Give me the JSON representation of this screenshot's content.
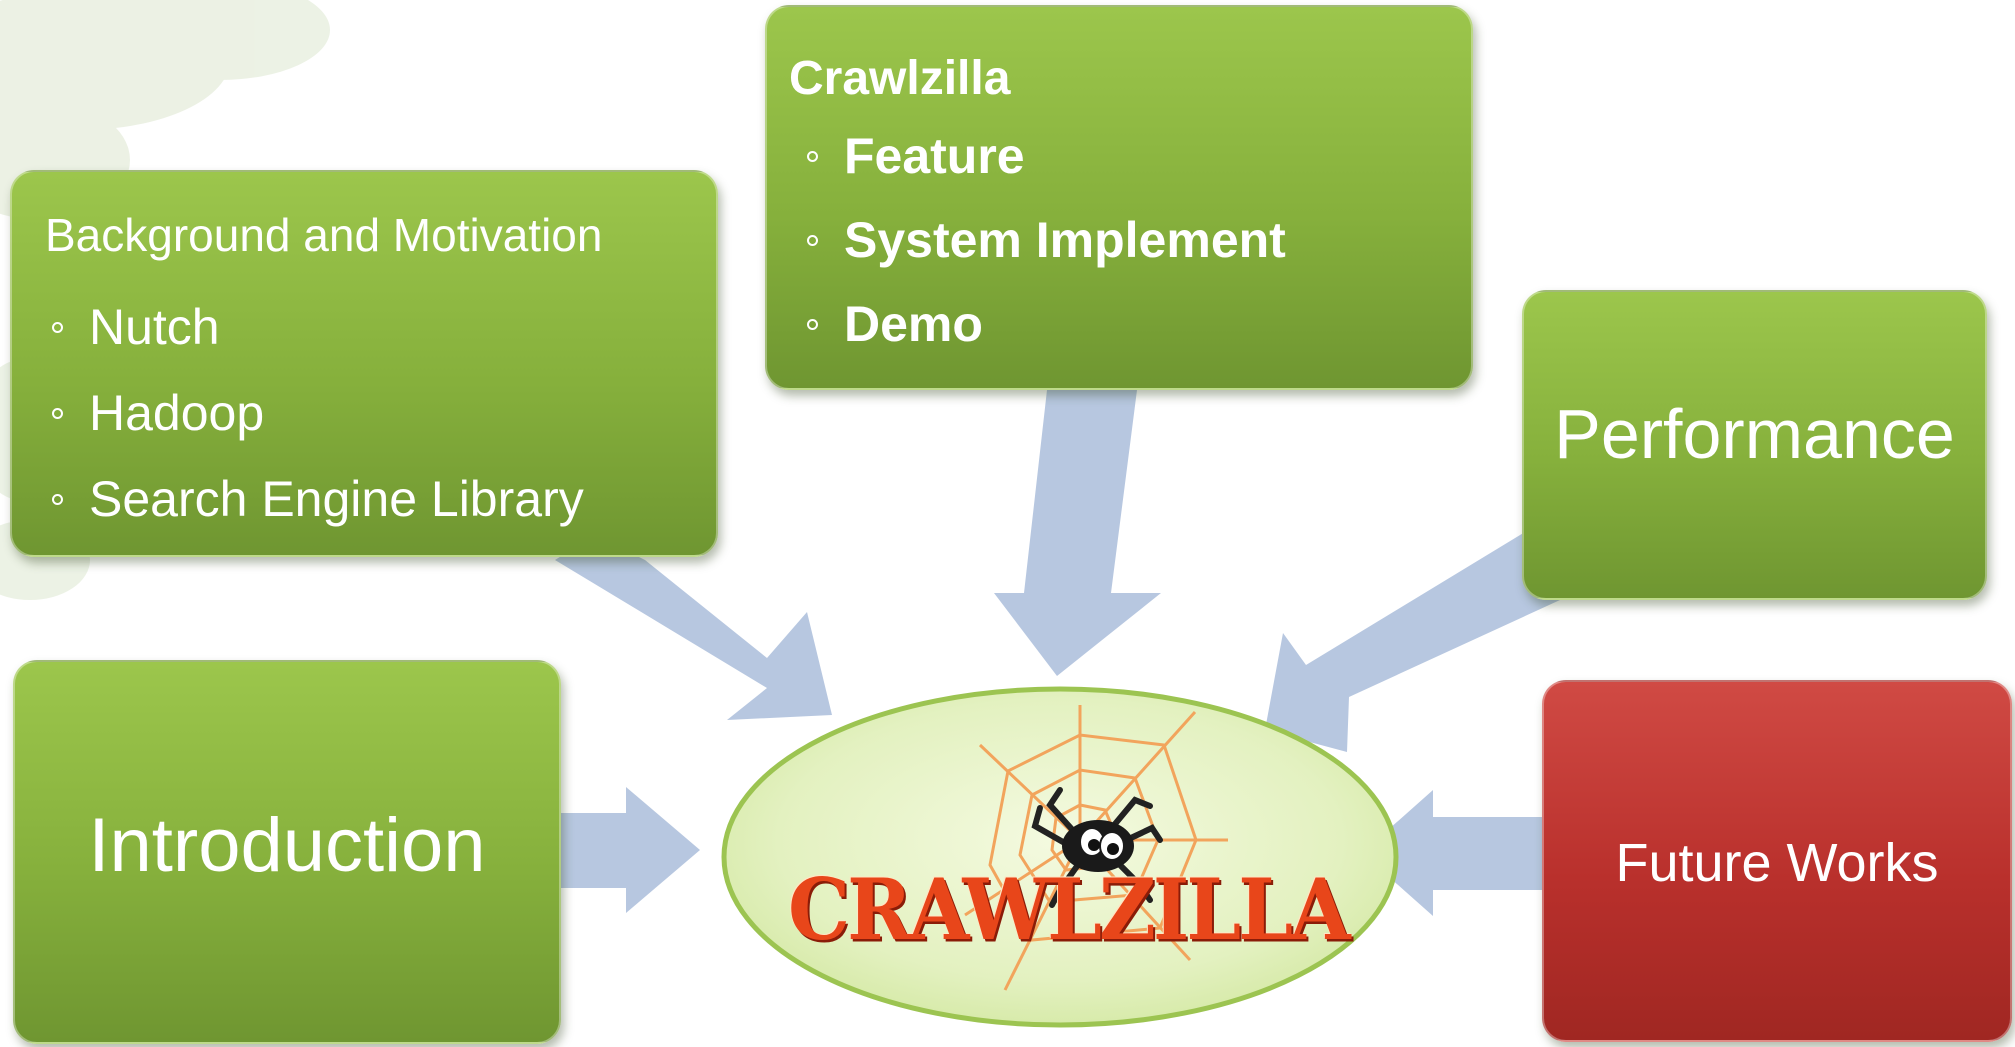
{
  "colors": {
    "box_green": "#86b03c",
    "box_red": "#b9302c",
    "arrow": "#b3c4de",
    "hub_fill": "#e3f1c0",
    "hub_border": "#9cc451",
    "web": "#f2a45c",
    "logo_text": "#e8461a"
  },
  "boxes": {
    "background": {
      "title": "Background and Motivation",
      "items": [
        "Nutch",
        "Hadoop",
        "Search Engine Library"
      ]
    },
    "crawlzilla": {
      "title": "Crawlzilla",
      "items": [
        "Feature",
        "System Implement",
        "Demo"
      ]
    },
    "performance": {
      "title": "Performance"
    },
    "introduction": {
      "title": "Introduction"
    },
    "future_works": {
      "title": "Future Works"
    }
  },
  "hub": {
    "logo_text": "CRAWLZILLA",
    "icon": "spider-on-web-icon"
  }
}
